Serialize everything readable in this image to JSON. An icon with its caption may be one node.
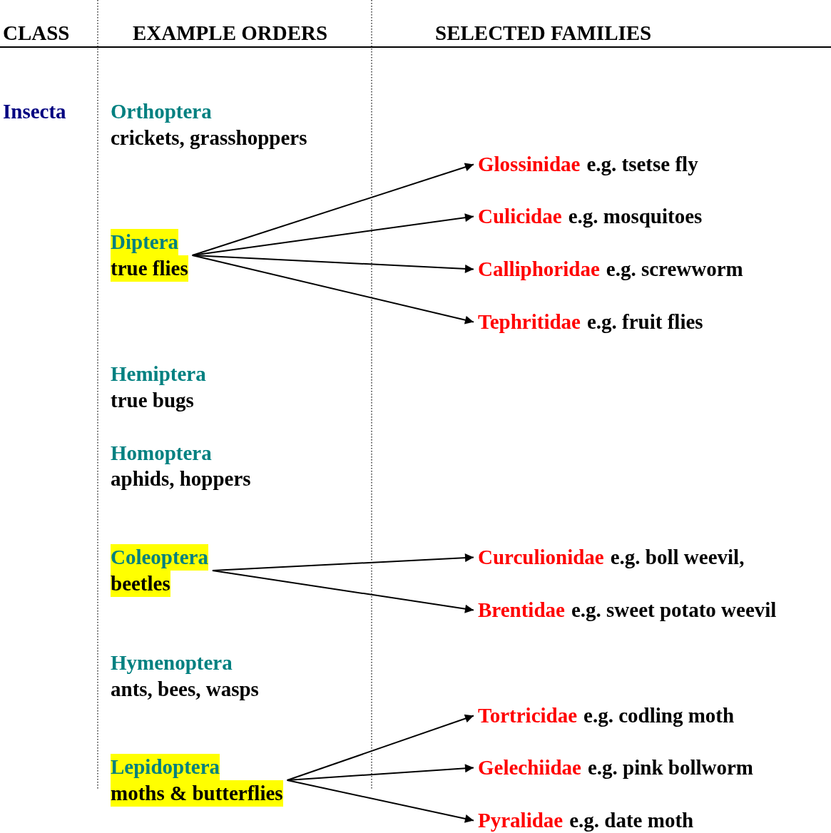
{
  "diagram": {
    "nodes": [
      {
        "text": [
          "Diptera",
          "true flies"
        ]
      },
      {
        "text": [
          "Glossinidae",
          "e.g. tsetse fly"
        ]
      },
      {
        "text": [
          "Culicidae",
          "e.g. mosquitoes"
        ]
      },
      {
        "text": [
          "Calliphoridae",
          "e.g. screwworm"
        ]
      },
      {
        "text": [
          "Tephritidae",
          "e.g. fruit flies"
        ]
      },
      {
        "text": [
          "Coleoptera",
          "beetles"
        ]
      },
      {
        "text": [
          "Curculionidae",
          "e.g. boll weevil,"
        ]
      },
      {
        "text": [
          "Brentidae",
          "e.g. sweet potato weevil"
        ]
      },
      {
        "text": [
          "Lepidoptera",
          "moths & butterflies"
        ]
      },
      {
        "text": [
          "Tortricidae",
          "e.g. codling moth"
        ]
      },
      {
        "text": [
          "Gelechiidae",
          "e.g. pink bollworm"
        ]
      },
      {
        "text": [
          "Pyralidae",
          "e.g. date moth"
        ]
      }
    ],
    "edges": [
      {
        "from": 0,
        "to": 1,
        "arrow": "to"
      },
      {
        "from": 0,
        "to": 2,
        "arrow": "to"
      },
      {
        "from": 0,
        "to": 3,
        "arrow": "to"
      },
      {
        "from": 0,
        "to": 4,
        "arrow": "to"
      },
      {
        "from": 5,
        "to": 6,
        "arrow": "to"
      },
      {
        "from": 5,
        "to": 7,
        "arrow": "to"
      },
      {
        "from": 8,
        "to": 9,
        "arrow": "to"
      },
      {
        "from": 8,
        "to": 10,
        "arrow": "to"
      },
      {
        "from": 8,
        "to": 11,
        "arrow": "to"
      }
    ],
    "labels": [
      "CLASS",
      "EXAMPLE ORDERS",
      "SELECTED FAMILIES",
      "Insecta",
      "Orthoptera",
      "crickets, grasshoppers",
      "Hemiptera",
      "true bugs",
      "Homoptera",
      "aphids, hoppers",
      "Hymenoptera",
      "ants, bees, wasps"
    ]
  }
}
